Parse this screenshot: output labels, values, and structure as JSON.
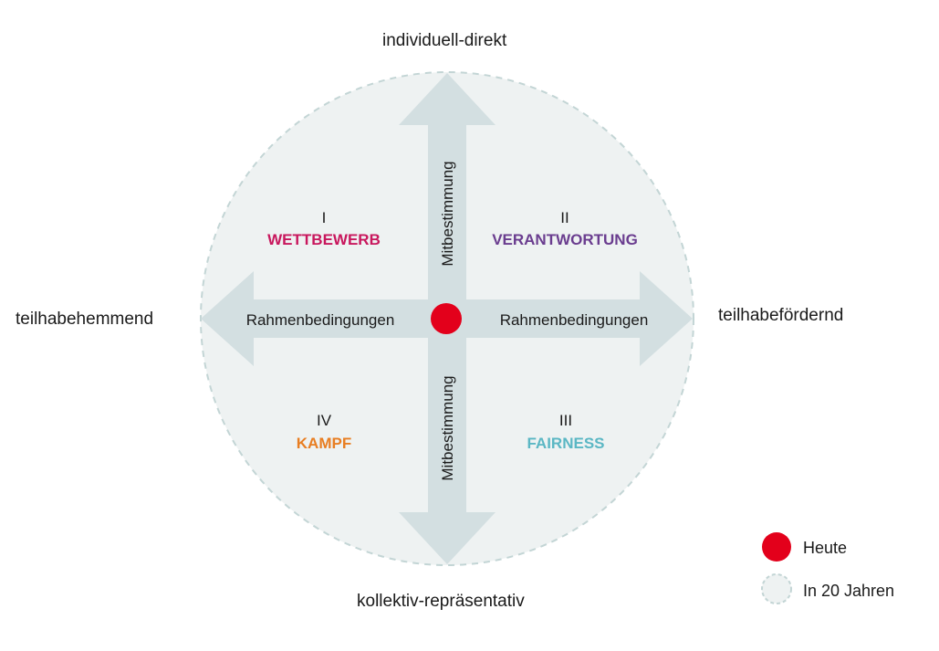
{
  "poles": {
    "top": "individuell-direkt",
    "bottom": "kollektiv-repräsentativ",
    "left": "teilhabehemmend",
    "right": "teilhabefördernd"
  },
  "arrows": {
    "left_label": "Rahmenbedingungen",
    "right_label": "Rahmenbedingungen",
    "up_label": "Mitbestimmung",
    "down_label": "Mitbestimmung"
  },
  "quadrants": [
    {
      "numeral": "I",
      "name": "WETTBEWERB",
      "color": "#c8175d"
    },
    {
      "numeral": "II",
      "name": "VERANTWORTUNG",
      "color": "#6a3d8f"
    },
    {
      "numeral": "III",
      "name": "FAIRNESS",
      "color": "#5bb7c4"
    },
    {
      "numeral": "IV",
      "name": "KAMPF",
      "color": "#e87e22"
    }
  ],
  "legend": {
    "today": "Heute",
    "future": "In 20 Jahren"
  },
  "colors": {
    "marker_today": "#e3001b",
    "arrow_fill": "#d3dfe1",
    "circle_fill": "#eef2f2",
    "circle_dash": "#c3d5d5"
  }
}
